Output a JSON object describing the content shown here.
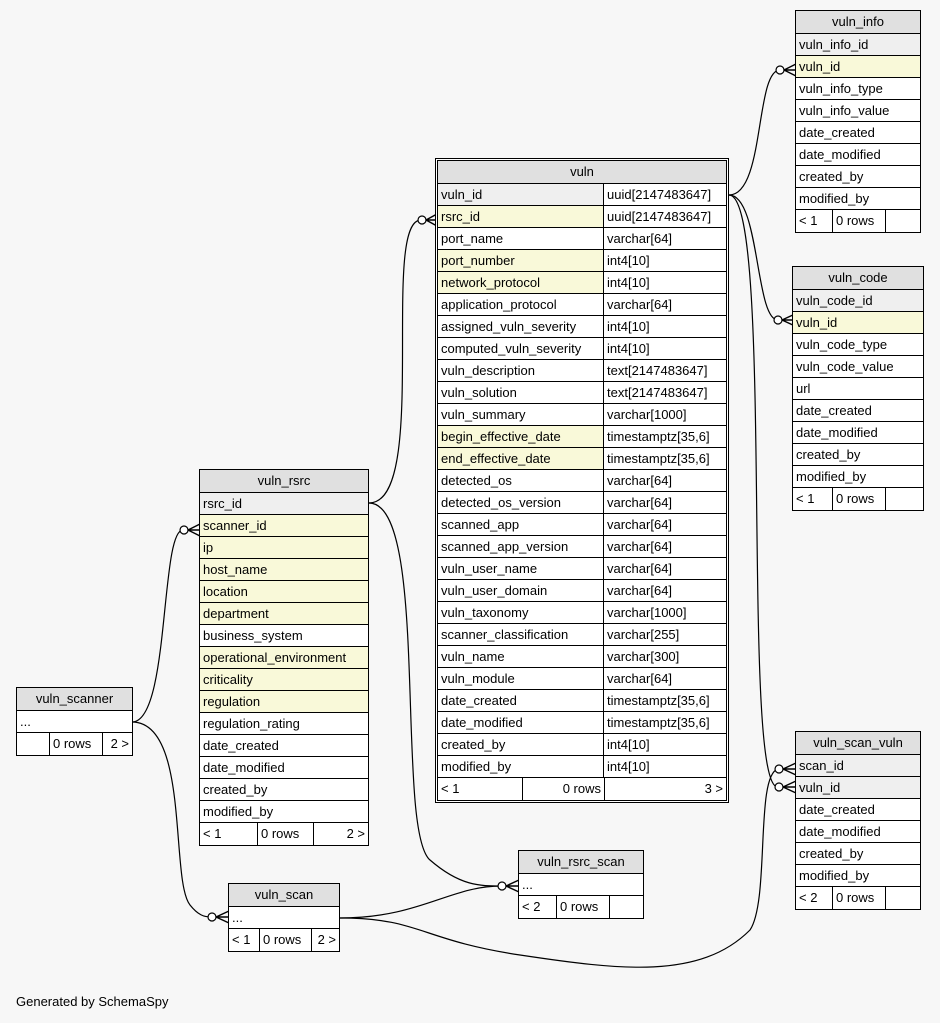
{
  "diagram": {
    "generator_note": "Generated by SchemaSpy",
    "colors": {
      "background": "#f7f7f7",
      "title_bg": "#e0e0e0",
      "primary_key_bg": "#efefef",
      "foreign_key_bg": "#f9f9d9",
      "column_bg": "#ffffff",
      "line": "#000000"
    },
    "tables": {
      "vuln": {
        "name": "vuln",
        "columns": [
          {
            "name": "vuln_id",
            "type": "uuid[2147483647]",
            "kind": "pk"
          },
          {
            "name": "rsrc_id",
            "type": "uuid[2147483647]",
            "kind": "fk"
          },
          {
            "name": "port_name",
            "type": "varchar[64]",
            "kind": "plain"
          },
          {
            "name": "port_number",
            "type": "int4[10]",
            "kind": "fk"
          },
          {
            "name": "network_protocol",
            "type": "int4[10]",
            "kind": "fk"
          },
          {
            "name": "application_protocol",
            "type": "varchar[64]",
            "kind": "plain"
          },
          {
            "name": "assigned_vuln_severity",
            "type": "int4[10]",
            "kind": "plain"
          },
          {
            "name": "computed_vuln_severity",
            "type": "int4[10]",
            "kind": "plain"
          },
          {
            "name": "vuln_description",
            "type": "text[2147483647]",
            "kind": "plain"
          },
          {
            "name": "vuln_solution",
            "type": "text[2147483647]",
            "kind": "plain"
          },
          {
            "name": "vuln_summary",
            "type": "varchar[1000]",
            "kind": "plain"
          },
          {
            "name": "begin_effective_date",
            "type": "timestamptz[35,6]",
            "kind": "fk"
          },
          {
            "name": "end_effective_date",
            "type": "timestamptz[35,6]",
            "kind": "fk"
          },
          {
            "name": "detected_os",
            "type": "varchar[64]",
            "kind": "plain"
          },
          {
            "name": "detected_os_version",
            "type": "varchar[64]",
            "kind": "plain"
          },
          {
            "name": "scanned_app",
            "type": "varchar[64]",
            "kind": "plain"
          },
          {
            "name": "scanned_app_version",
            "type": "varchar[64]",
            "kind": "plain"
          },
          {
            "name": "vuln_user_name",
            "type": "varchar[64]",
            "kind": "plain"
          },
          {
            "name": "vuln_user_domain",
            "type": "varchar[64]",
            "kind": "plain"
          },
          {
            "name": "vuln_taxonomy",
            "type": "varchar[1000]",
            "kind": "plain"
          },
          {
            "name": "scanner_classification",
            "type": "varchar[255]",
            "kind": "plain"
          },
          {
            "name": "vuln_name",
            "type": "varchar[300]",
            "kind": "plain"
          },
          {
            "name": "vuln_module",
            "type": "varchar[64]",
            "kind": "plain"
          },
          {
            "name": "date_created",
            "type": "timestamptz[35,6]",
            "kind": "plain"
          },
          {
            "name": "date_modified",
            "type": "timestamptz[35,6]",
            "kind": "plain"
          },
          {
            "name": "created_by",
            "type": "int4[10]",
            "kind": "plain"
          },
          {
            "name": "modified_by",
            "type": "int4[10]",
            "kind": "plain"
          }
        ],
        "footer": {
          "parents": "< 1",
          "rows": "0 rows",
          "children": "3 >"
        }
      },
      "vuln_info": {
        "name": "vuln_info",
        "columns": [
          {
            "name": "vuln_info_id",
            "kind": "pk"
          },
          {
            "name": "vuln_id",
            "kind": "fk"
          },
          {
            "name": "vuln_info_type",
            "kind": "plain"
          },
          {
            "name": "vuln_info_value",
            "kind": "plain"
          },
          {
            "name": "date_created",
            "kind": "plain"
          },
          {
            "name": "date_modified",
            "kind": "plain"
          },
          {
            "name": "created_by",
            "kind": "plain"
          },
          {
            "name": "modified_by",
            "kind": "plain"
          }
        ],
        "footer": {
          "parents": "< 1",
          "rows": "0 rows",
          "children": ""
        }
      },
      "vuln_code": {
        "name": "vuln_code",
        "columns": [
          {
            "name": "vuln_code_id",
            "kind": "pk"
          },
          {
            "name": "vuln_id",
            "kind": "fk"
          },
          {
            "name": "vuln_code_type",
            "kind": "plain"
          },
          {
            "name": "vuln_code_value",
            "kind": "plain"
          },
          {
            "name": "url",
            "kind": "plain"
          },
          {
            "name": "date_created",
            "kind": "plain"
          },
          {
            "name": "date_modified",
            "kind": "plain"
          },
          {
            "name": "created_by",
            "kind": "plain"
          },
          {
            "name": "modified_by",
            "kind": "plain"
          }
        ],
        "footer": {
          "parents": "< 1",
          "rows": "0 rows",
          "children": ""
        }
      },
      "vuln_scan_vuln": {
        "name": "vuln_scan_vuln",
        "columns": [
          {
            "name": "scan_id",
            "kind": "pk"
          },
          {
            "name": "vuln_id",
            "kind": "pk"
          },
          {
            "name": "date_created",
            "kind": "plain"
          },
          {
            "name": "date_modified",
            "kind": "plain"
          },
          {
            "name": "created_by",
            "kind": "plain"
          },
          {
            "name": "modified_by",
            "kind": "plain"
          }
        ],
        "footer": {
          "parents": "< 2",
          "rows": "0 rows",
          "children": ""
        }
      },
      "vuln_rsrc": {
        "name": "vuln_rsrc",
        "columns": [
          {
            "name": "rsrc_id",
            "kind": "pk"
          },
          {
            "name": "scanner_id",
            "kind": "fk"
          },
          {
            "name": "ip",
            "kind": "fk"
          },
          {
            "name": "host_name",
            "kind": "fk"
          },
          {
            "name": "location",
            "kind": "fk"
          },
          {
            "name": "department",
            "kind": "fk"
          },
          {
            "name": "business_system",
            "kind": "plain"
          },
          {
            "name": "operational_environment",
            "kind": "fk"
          },
          {
            "name": "criticality",
            "kind": "fk"
          },
          {
            "name": "regulation",
            "kind": "fk"
          },
          {
            "name": "regulation_rating",
            "kind": "plain"
          },
          {
            "name": "date_created",
            "kind": "plain"
          },
          {
            "name": "date_modified",
            "kind": "plain"
          },
          {
            "name": "created_by",
            "kind": "plain"
          },
          {
            "name": "modified_by",
            "kind": "plain"
          }
        ],
        "footer": {
          "parents": "< 1",
          "rows": "0 rows",
          "children": "2 >"
        }
      },
      "vuln_scanner": {
        "name": "vuln_scanner",
        "columns": [
          {
            "name": "...",
            "kind": "ellipsis"
          }
        ],
        "footer": {
          "parents": "",
          "rows": "0 rows",
          "children": "2 >"
        }
      },
      "vuln_scan": {
        "name": "vuln_scan",
        "columns": [
          {
            "name": "...",
            "kind": "ellipsis"
          }
        ],
        "footer": {
          "parents": "< 1",
          "rows": "0 rows",
          "children": "2 >"
        }
      },
      "vuln_rsrc_scan": {
        "name": "vuln_rsrc_scan",
        "columns": [
          {
            "name": "...",
            "kind": "ellipsis"
          }
        ],
        "footer": {
          "parents": "< 2",
          "rows": "0 rows",
          "children": ""
        }
      }
    },
    "relationships": [
      {
        "from": "vuln_info.vuln_id",
        "to": "vuln.vuln_id"
      },
      {
        "from": "vuln_code.vuln_id",
        "to": "vuln.vuln_id"
      },
      {
        "from": "vuln_scan_vuln.vuln_id",
        "to": "vuln.vuln_id"
      },
      {
        "from": "vuln_scan_vuln.scan_id",
        "to": "vuln_scan"
      },
      {
        "from": "vuln.rsrc_id",
        "to": "vuln_rsrc.rsrc_id"
      },
      {
        "from": "vuln_rsrc_scan",
        "to": "vuln_rsrc.rsrc_id"
      },
      {
        "from": "vuln_rsrc_scan",
        "to": "vuln_scan"
      },
      {
        "from": "vuln_rsrc.scanner_id",
        "to": "vuln_scanner"
      },
      {
        "from": "vuln_scan",
        "to": "vuln_scanner"
      }
    ]
  }
}
